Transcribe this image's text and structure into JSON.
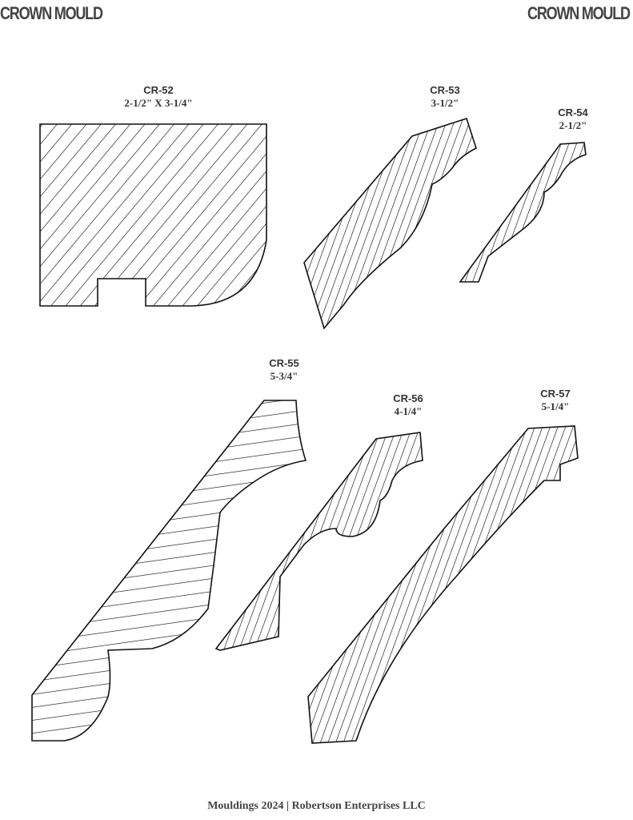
{
  "header": {
    "left": "CROWN MOULD",
    "right": "CROWN MOULD"
  },
  "profiles": [
    {
      "code": "CR-52",
      "size": "2-1/2\" X 3-1/4\""
    },
    {
      "code": "CR-53",
      "size": "3-1/2\""
    },
    {
      "code": "CR-54",
      "size": "2-1/2\""
    },
    {
      "code": "CR-55",
      "size": "5-3/4\""
    },
    {
      "code": "CR-56",
      "size": "4-1/4\""
    },
    {
      "code": "CR-57",
      "size": "5-1/4\""
    }
  ],
  "footer": "Mouldings 2024 | Robertson Enterprises LLC"
}
